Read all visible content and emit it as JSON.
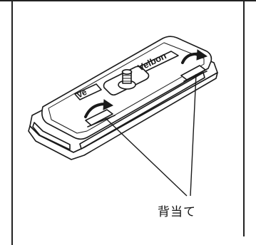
{
  "figure": {
    "callout_label": "背当て",
    "plate_brand_text": "Velbon",
    "plate_mark_text": "Ve",
    "line_color": "#1a1a1a",
    "fill_color": "#ffffff"
  }
}
